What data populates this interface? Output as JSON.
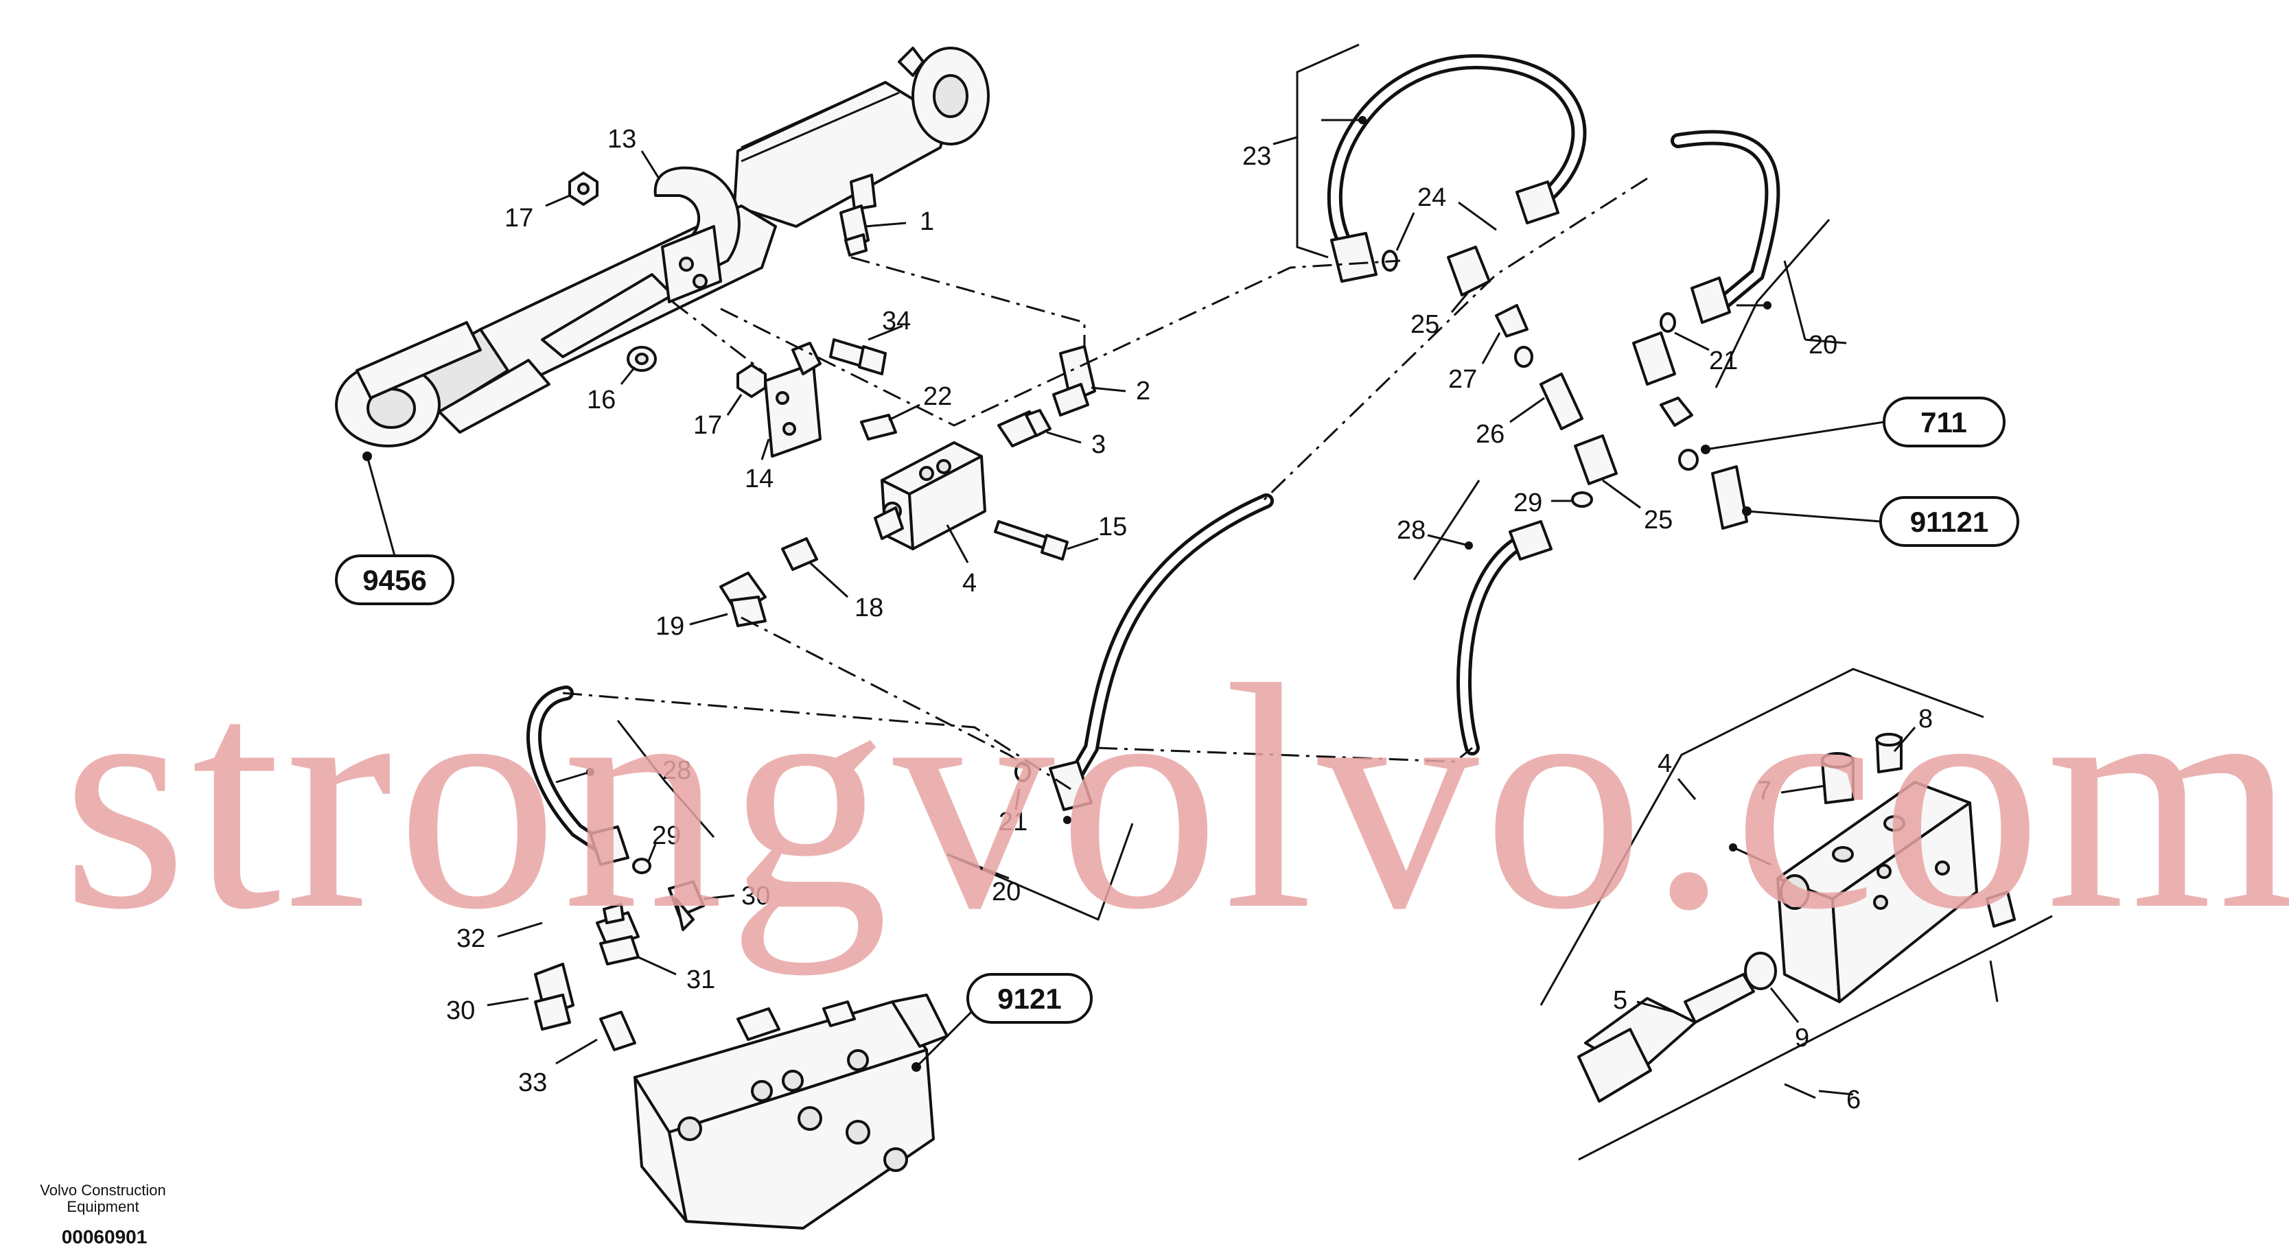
{
  "diagram": {
    "callouts": [
      {
        "id": "c1",
        "label": "1"
      },
      {
        "id": "c2",
        "label": "2"
      },
      {
        "id": "c3",
        "label": "3"
      },
      {
        "id": "c4a",
        "label": "4"
      },
      {
        "id": "c4b",
        "label": "4"
      },
      {
        "id": "c5",
        "label": "5"
      },
      {
        "id": "c6",
        "label": "6"
      },
      {
        "id": "c7",
        "label": "7"
      },
      {
        "id": "c8",
        "label": "8"
      },
      {
        "id": "c9",
        "label": "9"
      },
      {
        "id": "c13",
        "label": "13"
      },
      {
        "id": "c14",
        "label": "14"
      },
      {
        "id": "c15",
        "label": "15"
      },
      {
        "id": "c16",
        "label": "16"
      },
      {
        "id": "c17a",
        "label": "17"
      },
      {
        "id": "c17b",
        "label": "17"
      },
      {
        "id": "c18",
        "label": "18"
      },
      {
        "id": "c19",
        "label": "19"
      },
      {
        "id": "c20a",
        "label": "20"
      },
      {
        "id": "c20b",
        "label": "20"
      },
      {
        "id": "c21a",
        "label": "21"
      },
      {
        "id": "c21b",
        "label": "21"
      },
      {
        "id": "c22",
        "label": "22"
      },
      {
        "id": "c23",
        "label": "23"
      },
      {
        "id": "c24",
        "label": "24"
      },
      {
        "id": "c25a",
        "label": "25"
      },
      {
        "id": "c25b",
        "label": "25"
      },
      {
        "id": "c26",
        "label": "26"
      },
      {
        "id": "c27",
        "label": "27"
      },
      {
        "id": "c28a",
        "label": "28"
      },
      {
        "id": "c28b",
        "label": "28"
      },
      {
        "id": "c29a",
        "label": "29"
      },
      {
        "id": "c29b",
        "label": "29"
      },
      {
        "id": "c30a",
        "label": "30"
      },
      {
        "id": "c30b",
        "label": "30"
      },
      {
        "id": "c31",
        "label": "31"
      },
      {
        "id": "c32",
        "label": "32"
      },
      {
        "id": "c33",
        "label": "33"
      },
      {
        "id": "c34",
        "label": "34"
      }
    ],
    "references": [
      {
        "id": "r9456",
        "label": "9456"
      },
      {
        "id": "r711",
        "label": "711"
      },
      {
        "id": "r91121",
        "label": "91121"
      },
      {
        "id": "r9121",
        "label": "9121"
      }
    ]
  },
  "watermark": "strongvolvo.com",
  "footer": {
    "company_line1": "Volvo Construction",
    "company_line2": "Equipment",
    "drawing_number": "00060901"
  }
}
